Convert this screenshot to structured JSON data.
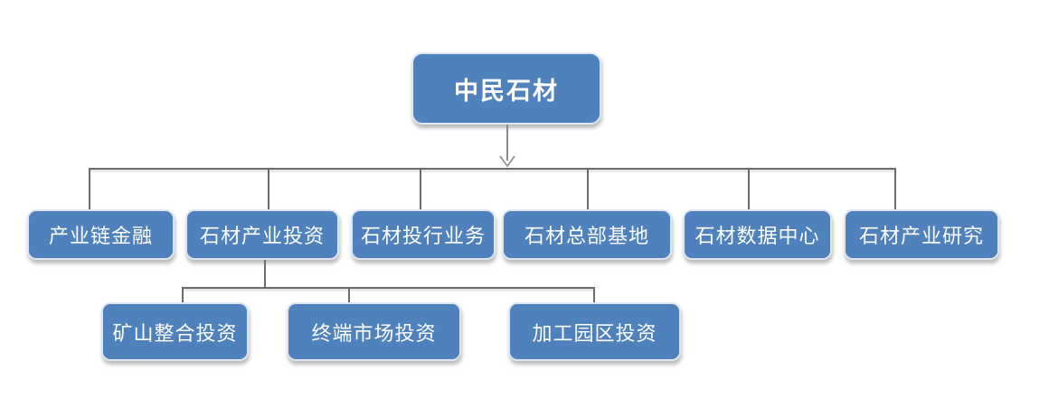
{
  "org_chart": {
    "root": {
      "label": "中民石材"
    },
    "level2": [
      {
        "label": "产业链金融"
      },
      {
        "label": "石材产业投资"
      },
      {
        "label": "石材投行业务"
      },
      {
        "label": "石材总部基地"
      },
      {
        "label": "石材数据中心"
      },
      {
        "label": "石材产业研究"
      }
    ],
    "level3": [
      {
        "label": "矿山整合投资"
      },
      {
        "label": "终端市场投资"
      },
      {
        "label": "加工园区投资"
      }
    ],
    "colors": {
      "node_fill": "#4f81bd",
      "node_border": "#dde6f1",
      "node_text": "#ffffff",
      "connector": "#6b6b6b"
    }
  }
}
